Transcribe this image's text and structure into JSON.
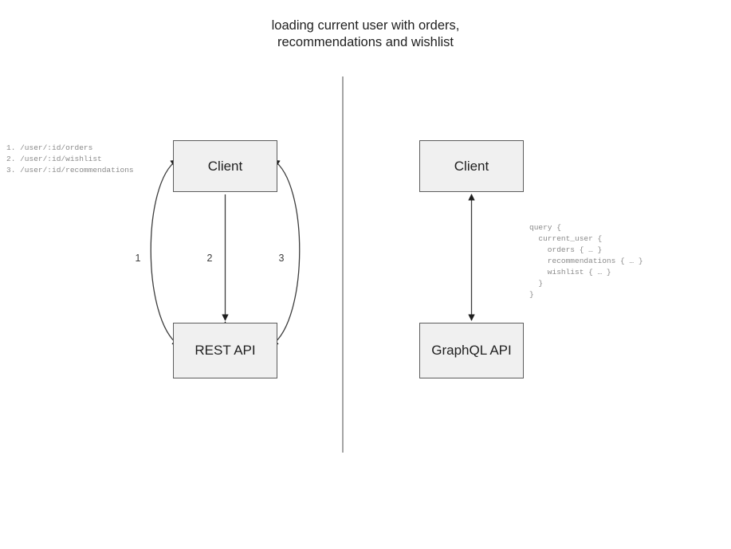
{
  "title": "loading current user with orders,\nrecommendations and wishlist",
  "colors": {
    "node_fill": "#f0f0f0",
    "node_border": "#5c5c5c",
    "edge": "#3d3d3d",
    "divider": "#8d8d8d",
    "code_text": "#8a8a8a",
    "title_text": "#1f1f1f"
  },
  "rest_side": {
    "client_label": "Client",
    "api_label": "REST API",
    "endpoint_list": "1. /user/:id/orders\n2. /user/:id/wishlist\n3. /user/:id/recommendations",
    "endpoints": [
      {
        "number": "1",
        "path": "/user/:id/orders"
      },
      {
        "number": "2",
        "path": "/user/:id/wishlist"
      },
      {
        "number": "3",
        "path": "/user/:id/recommendations"
      }
    ],
    "edge_labels": [
      "1",
      "2",
      "3"
    ]
  },
  "graphql_side": {
    "client_label": "Client",
    "api_label": "GraphQL API",
    "query": "query {\n  current_user {\n    orders { … }\n    recommendations { … }\n    wishlist { … }\n  }\n}"
  }
}
